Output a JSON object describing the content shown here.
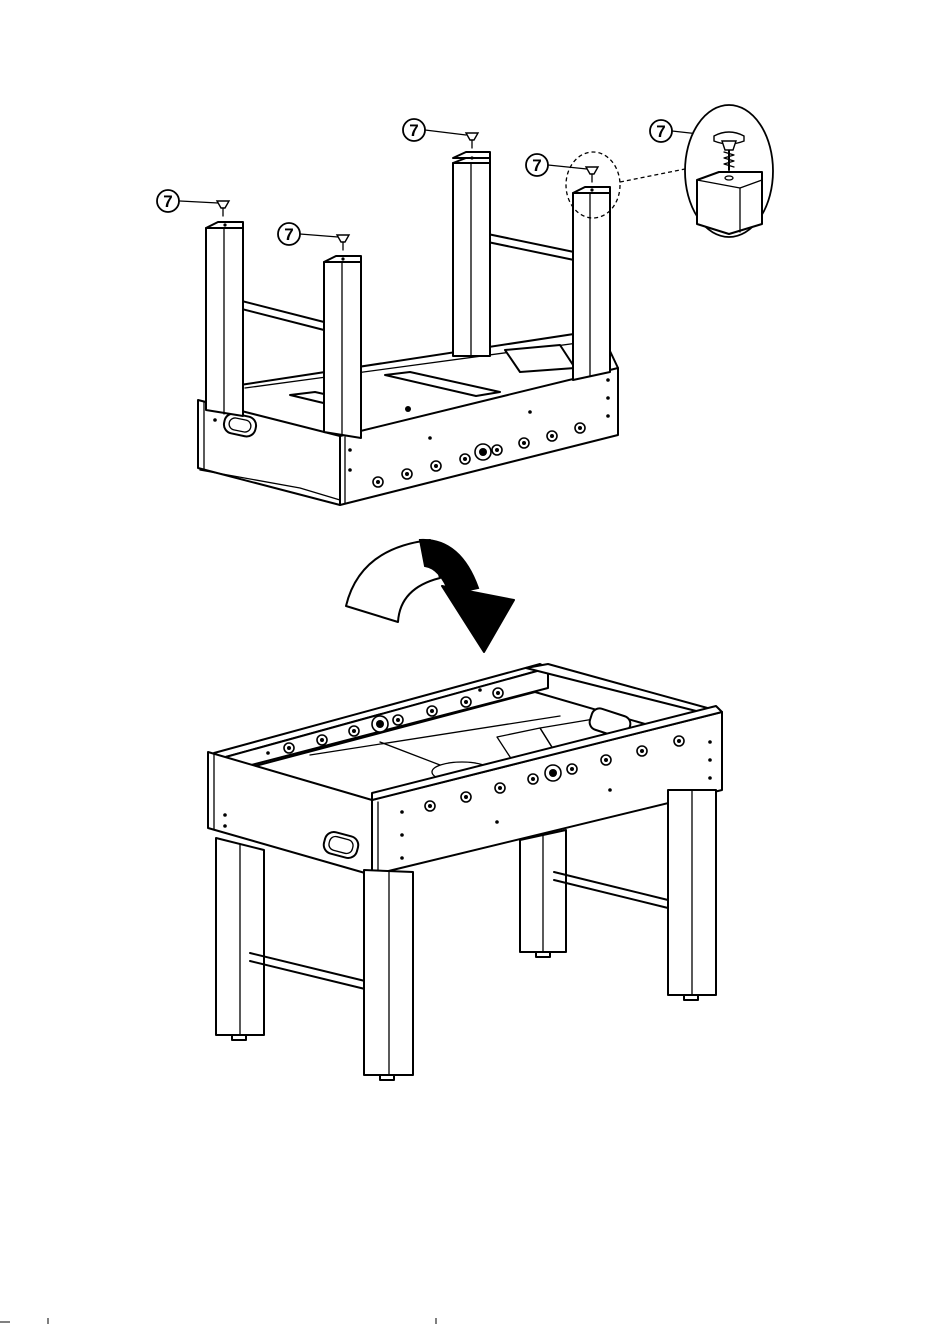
{
  "part_callouts": [
    {
      "label": "7"
    },
    {
      "label": "7"
    },
    {
      "label": "7"
    },
    {
      "label": "7"
    },
    {
      "label": "7"
    }
  ],
  "steps": [
    {
      "view": "table-upside-down",
      "action": "attach-leveling-feet"
    },
    {
      "view": "flip-arrow",
      "action": "turn-table-over"
    },
    {
      "view": "table-upright",
      "action": "assembled"
    }
  ]
}
